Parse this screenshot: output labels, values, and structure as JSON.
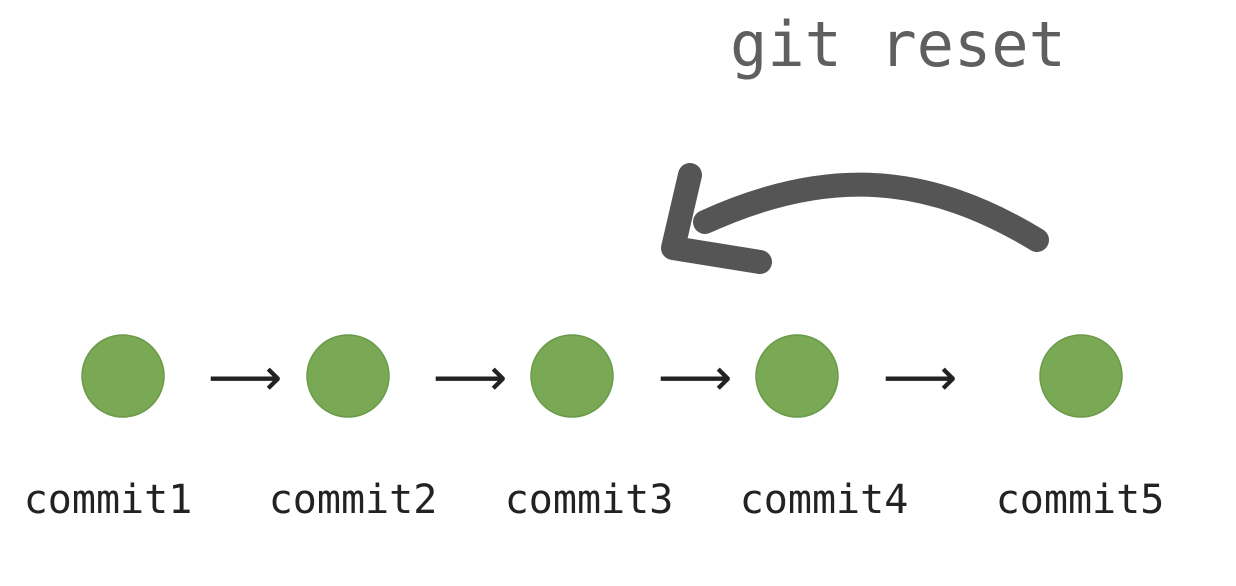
{
  "title": "git reset",
  "commits": [
    {
      "label": "commit1"
    },
    {
      "label": "commit2"
    },
    {
      "label": "commit3"
    },
    {
      "label": "commit4"
    },
    {
      "label": "commit5"
    }
  ],
  "connector_glyph": "⟶",
  "colors": {
    "commit": "#79a954",
    "commit_stroke": "#6b9a48",
    "reset_arrow": "#555555",
    "title": "#5f5f5f",
    "label": "#222222",
    "connector": "#222222"
  }
}
